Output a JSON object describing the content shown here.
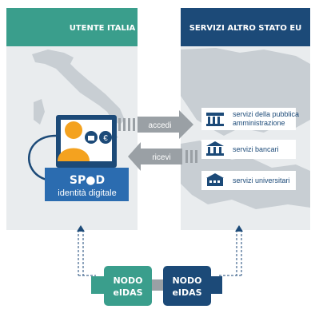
{
  "left_panel": {
    "title": "UTENTE ITALIA",
    "badge": {
      "logo": "SP●D",
      "subtitle": "identità digitale"
    }
  },
  "right_panel": {
    "title": "SERVIZI ALTRO STATO EU",
    "services": [
      {
        "icon": "government-building-icon",
        "label_line1": "servizi della pubblica",
        "label_line2": "amministrazione"
      },
      {
        "icon": "bank-icon",
        "label_line1": "servizi bancari",
        "label_line2": ""
      },
      {
        "icon": "university-icon",
        "label_line1": "servizi universitari",
        "label_line2": ""
      }
    ]
  },
  "arrows": {
    "right_label": "accedi",
    "left_label": "ricevi"
  },
  "nodes": {
    "left": {
      "line1": "NODO",
      "line2": "eIDAS"
    },
    "right": {
      "line1": "NODO",
      "line2": "eIDAS"
    }
  },
  "colors": {
    "teal": "#3a9e8c",
    "navy": "#1c4a78",
    "map_land": "#c8ced3",
    "panel_bg": "#e9ecee",
    "badge_blue": "#2b6cb0",
    "avatar": "#f4a21f",
    "arrow_gray": "#9aa0a5"
  }
}
